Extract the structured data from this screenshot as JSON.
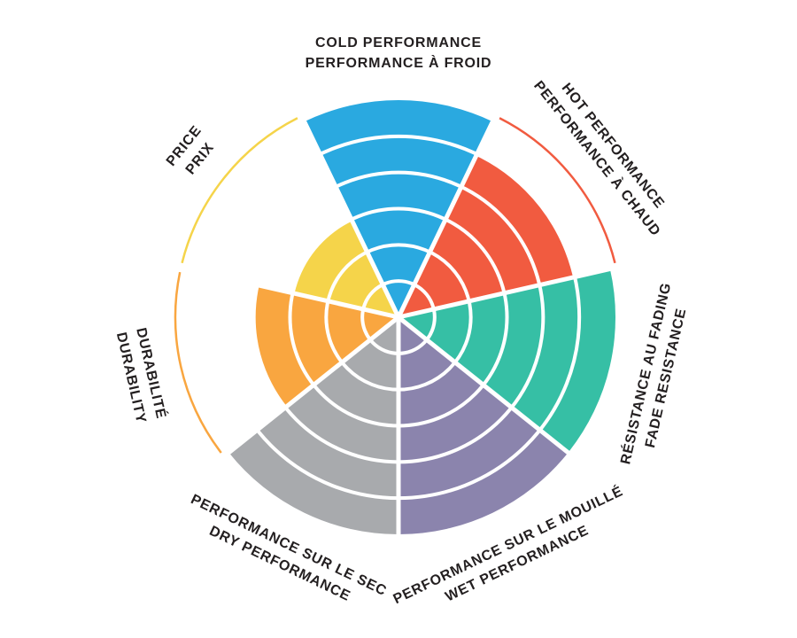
{
  "chart_data": {
    "type": "polar-sector-wheel",
    "title": "",
    "scale_levels": 6,
    "value_min": 0,
    "value_max": 6,
    "grid": "concentric-white-rings-and-white-radial-separators",
    "background_color": "#ffffff",
    "label_text_color": "#231f20",
    "legend_position": "labels-around-rim",
    "categories": [
      {
        "id": "cold-performance",
        "lines": [
          "COLD PERFORMANCE",
          "PERFORMANCE À FROID"
        ],
        "value": 6,
        "color": "#2aa9e0"
      },
      {
        "id": "hot-performance",
        "lines": [
          "HOT PERFORMANCE",
          "PERFORMANCE À CHAUD"
        ],
        "value": 5,
        "color": "#f15b40"
      },
      {
        "id": "fade-resistance",
        "lines": [
          "RÉSISTANCE AU FADING",
          "FADE RESISTANCE"
        ],
        "value": 6,
        "color": "#36bfa5"
      },
      {
        "id": "wet-performance",
        "lines": [
          "PERFORMANCE SUR LE MOUILLÉ",
          "WET PERFORMANCE"
        ],
        "value": 6,
        "color": "#8b84ad"
      },
      {
        "id": "dry-performance",
        "lines": [
          "PERFORMANCE SUR LE SEC",
          "DRY PERFORMANCE"
        ],
        "value": 6,
        "color": "#a8aaad"
      },
      {
        "id": "durability",
        "lines": [
          "DURABILITÉ",
          "DURABILITY"
        ],
        "value": 4,
        "color": "#f9a640"
      },
      {
        "id": "price",
        "lines": [
          "PRICE",
          "PRIX"
        ],
        "value": 3,
        "color": "#f5d44a"
      }
    ]
  }
}
